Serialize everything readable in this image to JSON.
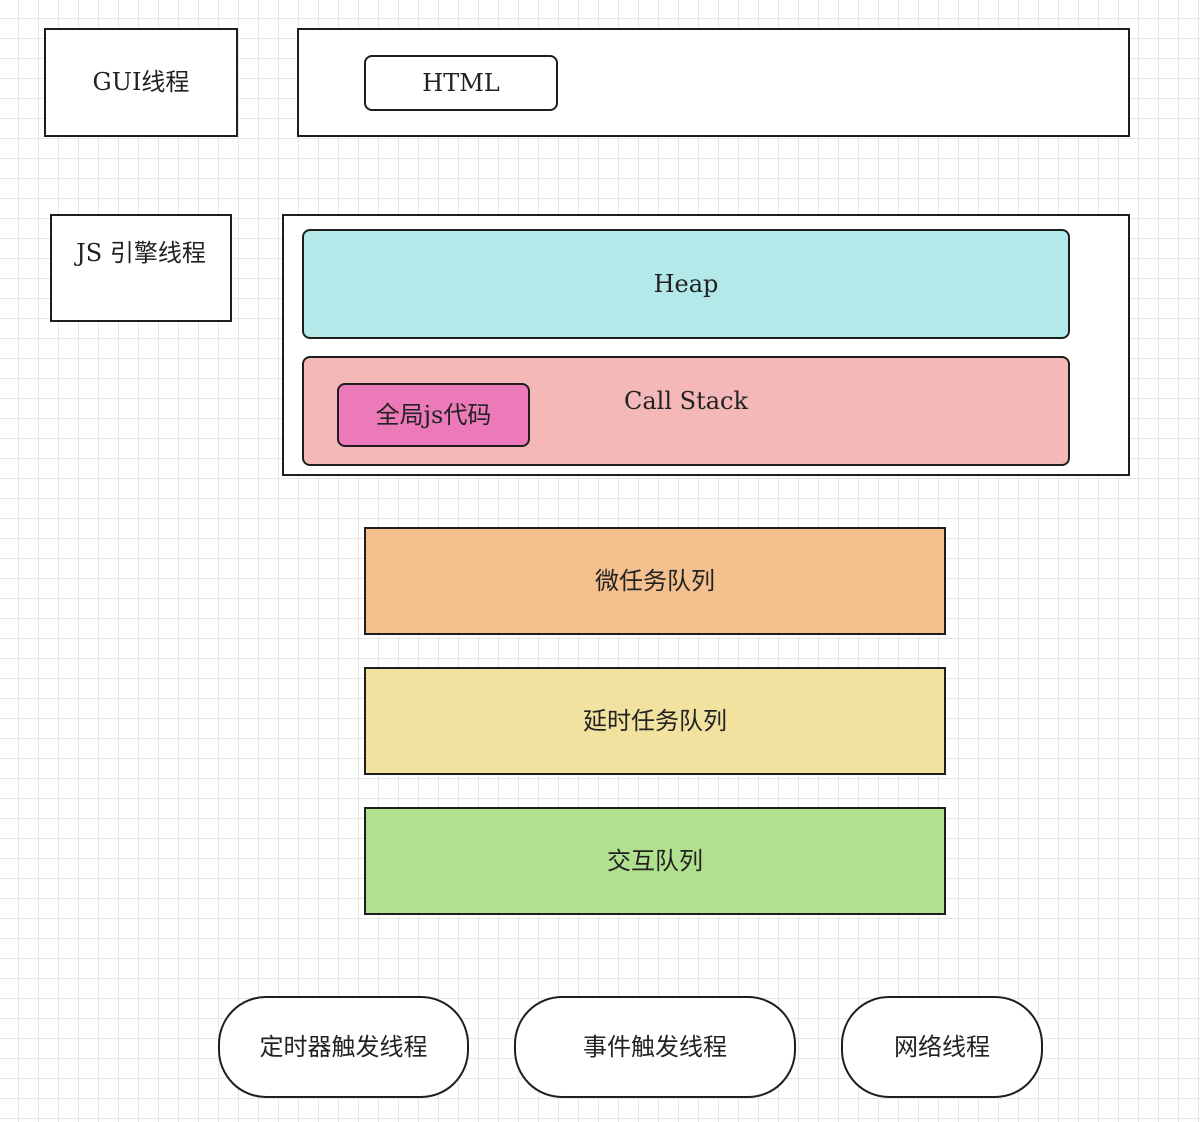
{
  "gui": {
    "label": "GUI线程",
    "html_label": "HTML"
  },
  "js_engine": {
    "label": "JS 引擎线程",
    "heap_label": "Heap",
    "call_stack_label": "Call Stack",
    "global_code_label": "全局js代码"
  },
  "queues": {
    "micro": "微任务队列",
    "delay": "延时任务队列",
    "interaction": "交互队列"
  },
  "threads": {
    "timer": "定时器触发线程",
    "event": "事件触发线程",
    "network": "网络线程"
  },
  "colors": {
    "heap": "#b4e9e9",
    "call_stack": "#f5b8b8",
    "global_code": "#ec79b8",
    "micro_queue": "#f4c08e",
    "delay_queue": "#f1e29f",
    "interaction_queue": "#b1e18e"
  }
}
